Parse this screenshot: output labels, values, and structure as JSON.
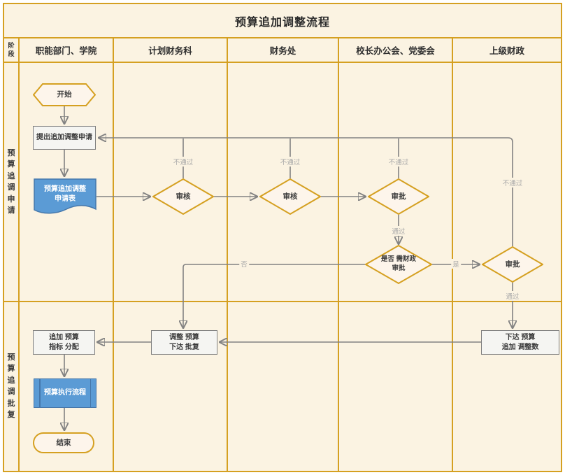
{
  "title": "预算追加调整流程",
  "stage_column_label": "阶段",
  "lanes": [
    "职能部门、学院",
    "计划财务科",
    "财务处",
    "校长办公会、党委会",
    "上级财政"
  ],
  "row_labels": [
    "预算追调申请",
    "预算追调批复"
  ],
  "nodes": {
    "start": "开始",
    "submit": "提出追加调整申请",
    "form": {
      "line1": "预算追加调整",
      "line2": "申请表"
    },
    "review1": "审核",
    "review2": "审核",
    "approve_exec": "审批",
    "need_fiscal": {
      "line1": "是否 需财政",
      "line2": "审批"
    },
    "approve_fiscal": "审批",
    "issue": {
      "line1": "下达 预算",
      "line2": "追加 调整数"
    },
    "reply": {
      "line1": "调整 预算",
      "line2": "下达 批复"
    },
    "allocate": {
      "line1": "追加 预算",
      "line2": "指标 分配"
    },
    "execute": "预算执行流程",
    "end": "结束"
  },
  "edge_labels": {
    "fail": "不通过",
    "pass": "通过",
    "yes": "是",
    "no": "否"
  },
  "colors": {
    "lane_border": "#d5a021",
    "background": "#fbf3e2",
    "shape_fill": "#fdf5eb",
    "process_fill": "#f5f5f2",
    "process_border": "#7e7e7e",
    "accent_blue": "#5b9bd5",
    "connector": "#828282",
    "edge_label": "#a9a9a9"
  }
}
